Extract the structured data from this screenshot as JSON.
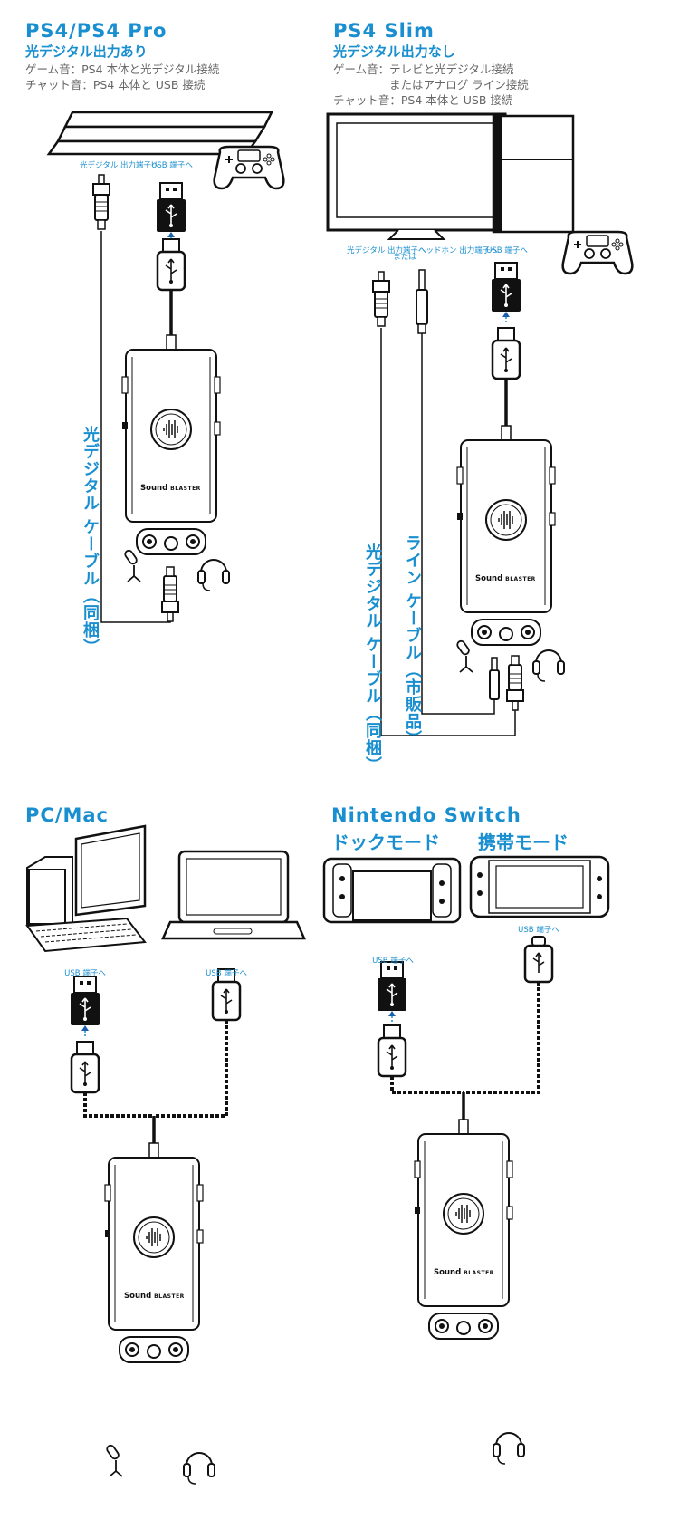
{
  "ps4pro": {
    "title": "PS4/PS4 Pro",
    "subtitle": "光デジタル出力あり",
    "note1": "ゲーム音：PS4 本体と光デジタル接続",
    "note2": "チャット音：PS4 本体と USB 接続",
    "label_optical": "光デジタル 出力端子へ",
    "label_usb": "USB 端子へ",
    "cable_label": "光デジタル ケーブル（同梱）",
    "brand": "Sound",
    "brand2": "BLASTER"
  },
  "ps4slim": {
    "title": "PS4 Slim",
    "subtitle": "光デジタル出力なし",
    "note1": "ゲーム音：テレビと光デジタル接続",
    "note2": "またはアナログ ライン接続",
    "note3": "チャット音：PS4 本体と USB 接続",
    "label_optical": "光デジタル 出力端子へ",
    "label_or": "または",
    "label_headphone": "ヘッドホン 出力端子へ",
    "label_usb": "USB 端子へ",
    "cable_line": "ライン ケーブル（市販品）",
    "cable_optical": "光デジタル ケーブル（同梱）",
    "brand": "Sound",
    "brand2": "BLASTER"
  },
  "pcmac": {
    "title": "PC/Mac",
    "label_usb_left": "USB 端子へ",
    "label_usb_right": "USB 端子へ",
    "brand": "Sound",
    "brand2": "BLASTER"
  },
  "switch": {
    "title": "Nintendo Switch",
    "dock_mode": "ドックモード",
    "handheld_mode": "携帯モード",
    "label_usb_left": "USB 端子へ",
    "label_usb_right": "USB 端子へ",
    "brand": "Sound",
    "brand2": "BLASTER"
  },
  "colors": {
    "accent": "#1a8fd0",
    "line": "#111111",
    "note": "#666666"
  }
}
